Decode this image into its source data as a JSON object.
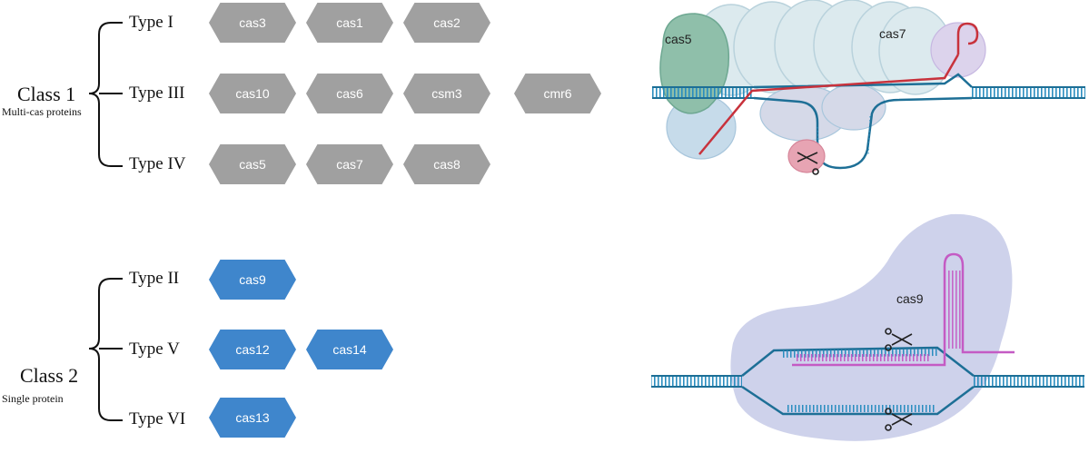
{
  "class1": {
    "title": "Class 1",
    "subtitle": "Multi-cas proteins",
    "types": [
      {
        "label": "Type I",
        "proteins": [
          "cas3",
          "cas1",
          "cas2"
        ]
      },
      {
        "label": "Type III",
        "proteins": [
          "cas10",
          "cas6",
          "csm3",
          "cmr6"
        ]
      },
      {
        "label": "Type IV",
        "proteins": [
          "cas5",
          "cas7",
          "cas8"
        ]
      }
    ],
    "illustration": {
      "labels": [
        "cas5",
        "cas7"
      ]
    }
  },
  "class2": {
    "title": "Class 2",
    "subtitle": "Single protein",
    "types": [
      {
        "label": "Type II",
        "proteins": [
          "cas9"
        ]
      },
      {
        "label": "Type V",
        "proteins": [
          "cas12",
          "cas14"
        ]
      },
      {
        "label": "Type VI",
        "proteins": [
          "cas13"
        ]
      }
    ],
    "illustration": {
      "labels": [
        "cas9"
      ]
    }
  },
  "colors": {
    "class1_hex": "#a0a0a0",
    "class2_hex": "#3f86cc",
    "dna_strand": "#1f7fa6",
    "guide_rna_red": "#c8323c",
    "guide_rna_magenta": "#c45bc4"
  }
}
